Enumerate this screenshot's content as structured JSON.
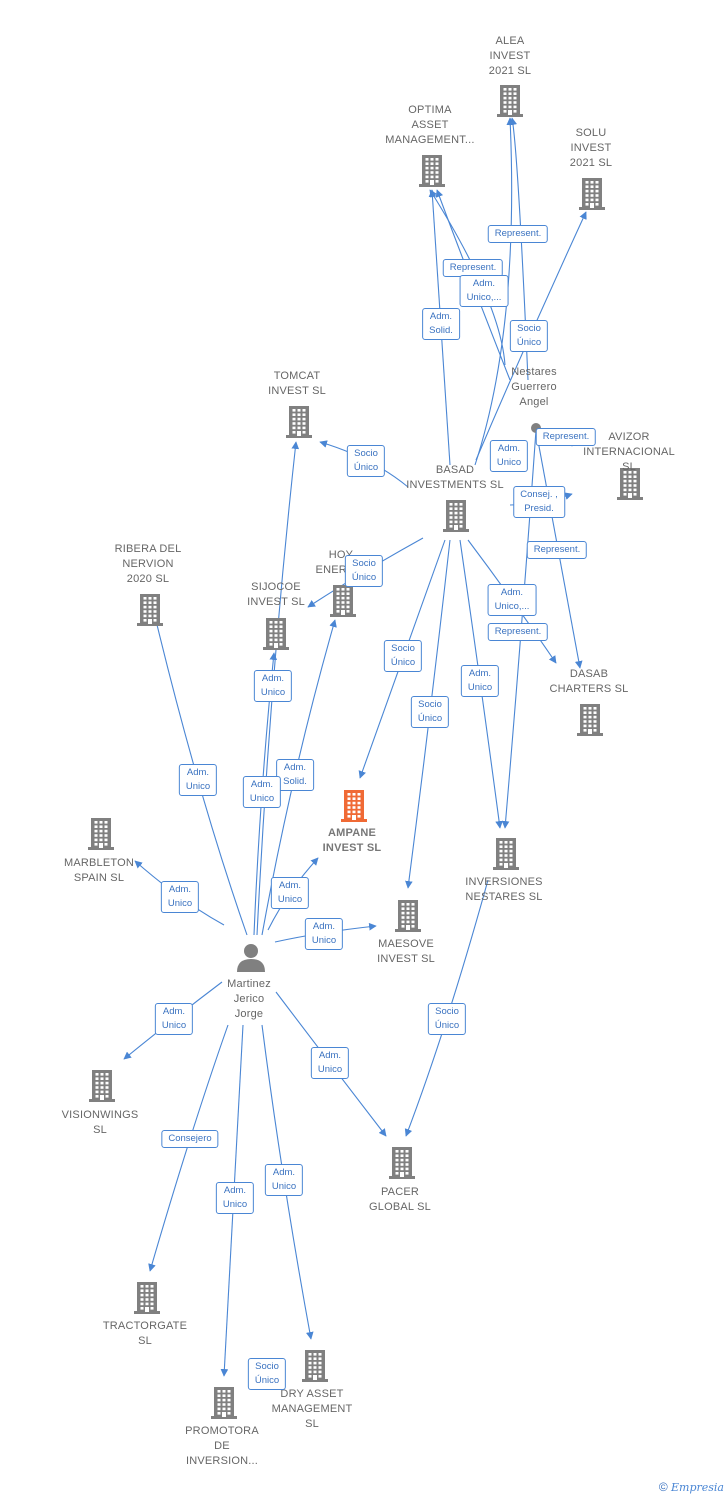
{
  "colors": {
    "edge": "#4a86d4",
    "company": "#808080",
    "focus": "#f06a35",
    "person": "#808080"
  },
  "nodes": [
    {
      "id": "alea",
      "label": "ALEA\nINVEST\n2021 SL",
      "type": "company"
    },
    {
      "id": "optima",
      "label": "OPTIMA\nASSET\nMANAGEMENT...",
      "type": "company"
    },
    {
      "id": "solu",
      "label": "SOLU\nINVEST\n2021 SL",
      "type": "company"
    },
    {
      "id": "nestares",
      "label": "Nestares\nGuerrero\nAngel",
      "type": "person"
    },
    {
      "id": "tomcat",
      "label": "TOMCAT\nINVEST SL",
      "type": "company"
    },
    {
      "id": "avizor",
      "label": "AVIZOR\nINTERNACIONAL SL",
      "type": "company"
    },
    {
      "id": "basad",
      "label": "BASAD\nINVESTMENTS SL",
      "type": "company"
    },
    {
      "id": "ribera",
      "label": "RIBERA DEL\nNERVION\n2020 SL",
      "type": "company"
    },
    {
      "id": "hoy",
      "label": "HOY\nENERGIA",
      "type": "company"
    },
    {
      "id": "sijocoe",
      "label": "SIJOCOE\nINVEST SL",
      "type": "company"
    },
    {
      "id": "dasab",
      "label": "DASAB\nCHARTERS SL",
      "type": "company"
    },
    {
      "id": "ampane",
      "label": "AMPANE\nINVEST SL",
      "type": "focus"
    },
    {
      "id": "marbleton",
      "label": "MARBLETON\nSPAIN SL",
      "type": "company"
    },
    {
      "id": "inversiones",
      "label": "INVERSIONES\nNESTARES SL",
      "type": "company"
    },
    {
      "id": "maesove",
      "label": "MAESOVE\nINVEST SL",
      "type": "company"
    },
    {
      "id": "martinez",
      "label": "Martinez\nJerico\nJorge",
      "type": "person"
    },
    {
      "id": "visionwings",
      "label": "VISIONWINGS\nSL",
      "type": "company"
    },
    {
      "id": "pacer",
      "label": "PACER\nGLOBAL SL",
      "type": "company"
    },
    {
      "id": "tractorgate",
      "label": "TRACTORGATE\nSL",
      "type": "company"
    },
    {
      "id": "dry",
      "label": "DRY ASSET\nMANAGEMENT\nSL",
      "type": "company"
    },
    {
      "id": "promotora",
      "label": "PROMOTORA\nDE\nINVERSION...",
      "type": "company"
    }
  ],
  "edge_labels": [
    {
      "id": "e1",
      "text": "Represent."
    },
    {
      "id": "e2",
      "text": "Represent."
    },
    {
      "id": "e3",
      "text": "Adm.\nUnico,..."
    },
    {
      "id": "e4",
      "text": "Adm.\nSolid."
    },
    {
      "id": "e5",
      "text": "Socio\nÚnico"
    },
    {
      "id": "e6",
      "text": "Socio\nÚnico"
    },
    {
      "id": "e7",
      "text": "Adm.\nUnico"
    },
    {
      "id": "e8",
      "text": "Represent."
    },
    {
      "id": "e9",
      "text": "Consej. ,\nPresid."
    },
    {
      "id": "e10",
      "text": "Represent."
    },
    {
      "id": "e11",
      "text": "Socio\nÚnico"
    },
    {
      "id": "e12",
      "text": "Adm.\nUnico,..."
    },
    {
      "id": "e13",
      "text": "Represent."
    },
    {
      "id": "e14",
      "text": "Socio\nÚnico"
    },
    {
      "id": "e15",
      "text": "Adm.\nUnico"
    },
    {
      "id": "e16",
      "text": "Socio\nÚnico"
    },
    {
      "id": "e17",
      "text": "Adm.\nUnico"
    },
    {
      "id": "e18",
      "text": "Adm.\nUnico"
    },
    {
      "id": "e19",
      "text": "Adm.\nSolid."
    },
    {
      "id": "e20",
      "text": "Adm.\nUnico"
    },
    {
      "id": "e21",
      "text": "Adm.\nUnico"
    },
    {
      "id": "e22",
      "text": "Adm.\nUnico"
    },
    {
      "id": "e23",
      "text": "Adm.\nUnico"
    },
    {
      "id": "e24",
      "text": "Adm.\nUnico"
    },
    {
      "id": "e25",
      "text": "Socio\nÚnico"
    },
    {
      "id": "e26",
      "text": "Adm.\nUnico"
    },
    {
      "id": "e27",
      "text": "Consejero"
    },
    {
      "id": "e28",
      "text": "Adm.\nUnico"
    },
    {
      "id": "e29",
      "text": "Adm.\nUnico"
    },
    {
      "id": "e30",
      "text": "Socio\nÚnico"
    }
  ],
  "footer": {
    "copyright": "©",
    "brand": "Empresia"
  }
}
